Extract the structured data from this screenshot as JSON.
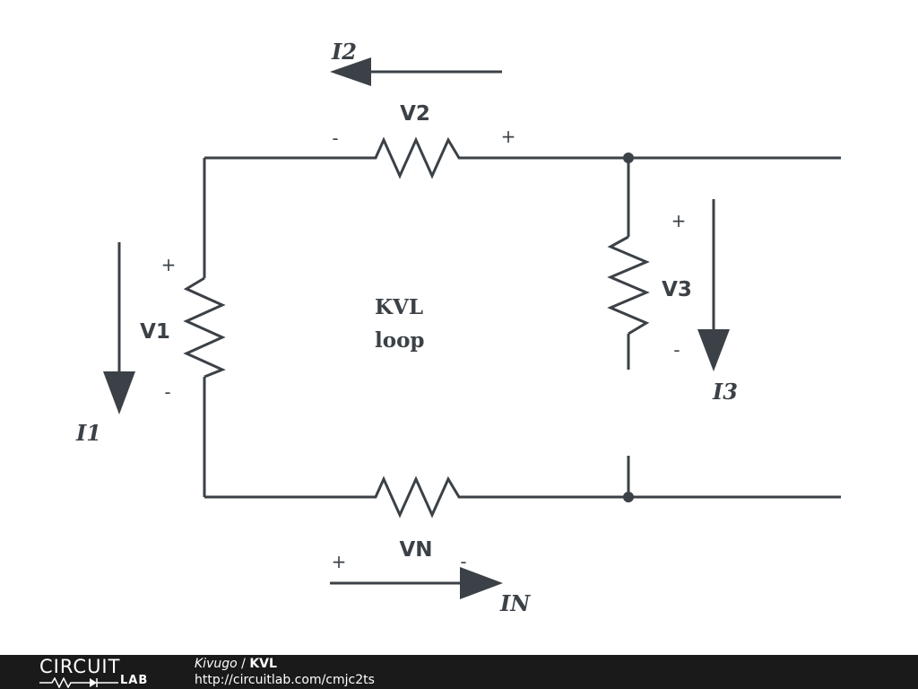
{
  "colors": {
    "wire": "#3b4146",
    "background": "#ffffff",
    "footer_bg": "#1a1a1a",
    "footer_text": "#ffffff"
  },
  "components": {
    "v1": {
      "label": "V1",
      "plus": "+",
      "minus": "-"
    },
    "v2": {
      "label": "V2",
      "plus": "+",
      "minus": "-"
    },
    "v3": {
      "label": "V3",
      "plus": "+",
      "minus": "-"
    },
    "vn": {
      "label": "VN",
      "plus": "+",
      "minus": "-"
    }
  },
  "currents": {
    "i1": "I1",
    "i2": "I2",
    "i3": "I3",
    "in": "IN"
  },
  "note": {
    "line1": "KVL",
    "line2": "loop"
  },
  "footer": {
    "logo_top": "CIRCUIT",
    "logo_bottom": "LAB",
    "author": "Kivugo",
    "separator": " / ",
    "title": "KVL",
    "url": "http://circuitlab.com/cmjc2ts"
  }
}
